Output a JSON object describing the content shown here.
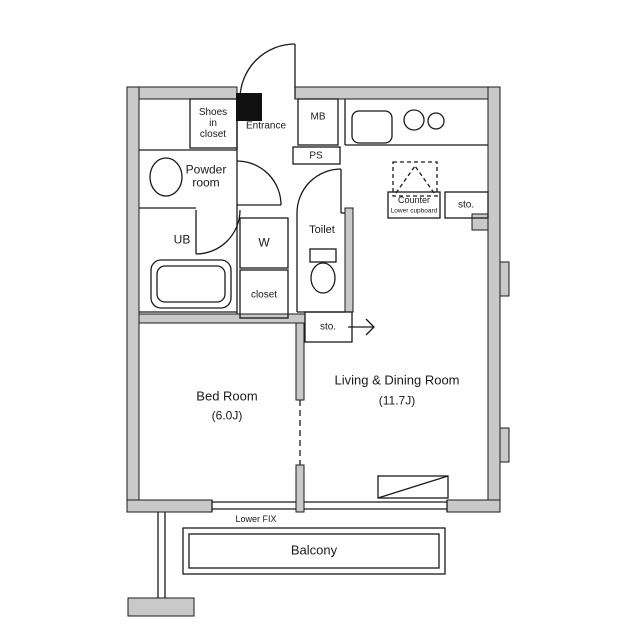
{
  "colors": {
    "wall": "#c9c9c9",
    "line": "#1a1a1a",
    "door_block": "#111111",
    "background": "#ffffff"
  },
  "labels": {
    "shoes_closet": "Shoes\nin\ncloset",
    "entrance": "Entrance",
    "mb": "MB",
    "ps": "PS",
    "powder_room": "Powder\nroom",
    "counter": "Counter",
    "lower_cupboard": "Lower cupboard",
    "sto_kitchen": "sto.",
    "ub": "UB",
    "washer": "W",
    "toilet": "Toilet",
    "closet": "closet",
    "sto_hall": "sto.",
    "bedroom_name": "Bed Room",
    "bedroom_size": "(6.0J)",
    "living_name": "Living & Dining Room",
    "living_size": "(11.7J)",
    "lower_fix": "Lower FIX",
    "balcony": "Balcony"
  }
}
